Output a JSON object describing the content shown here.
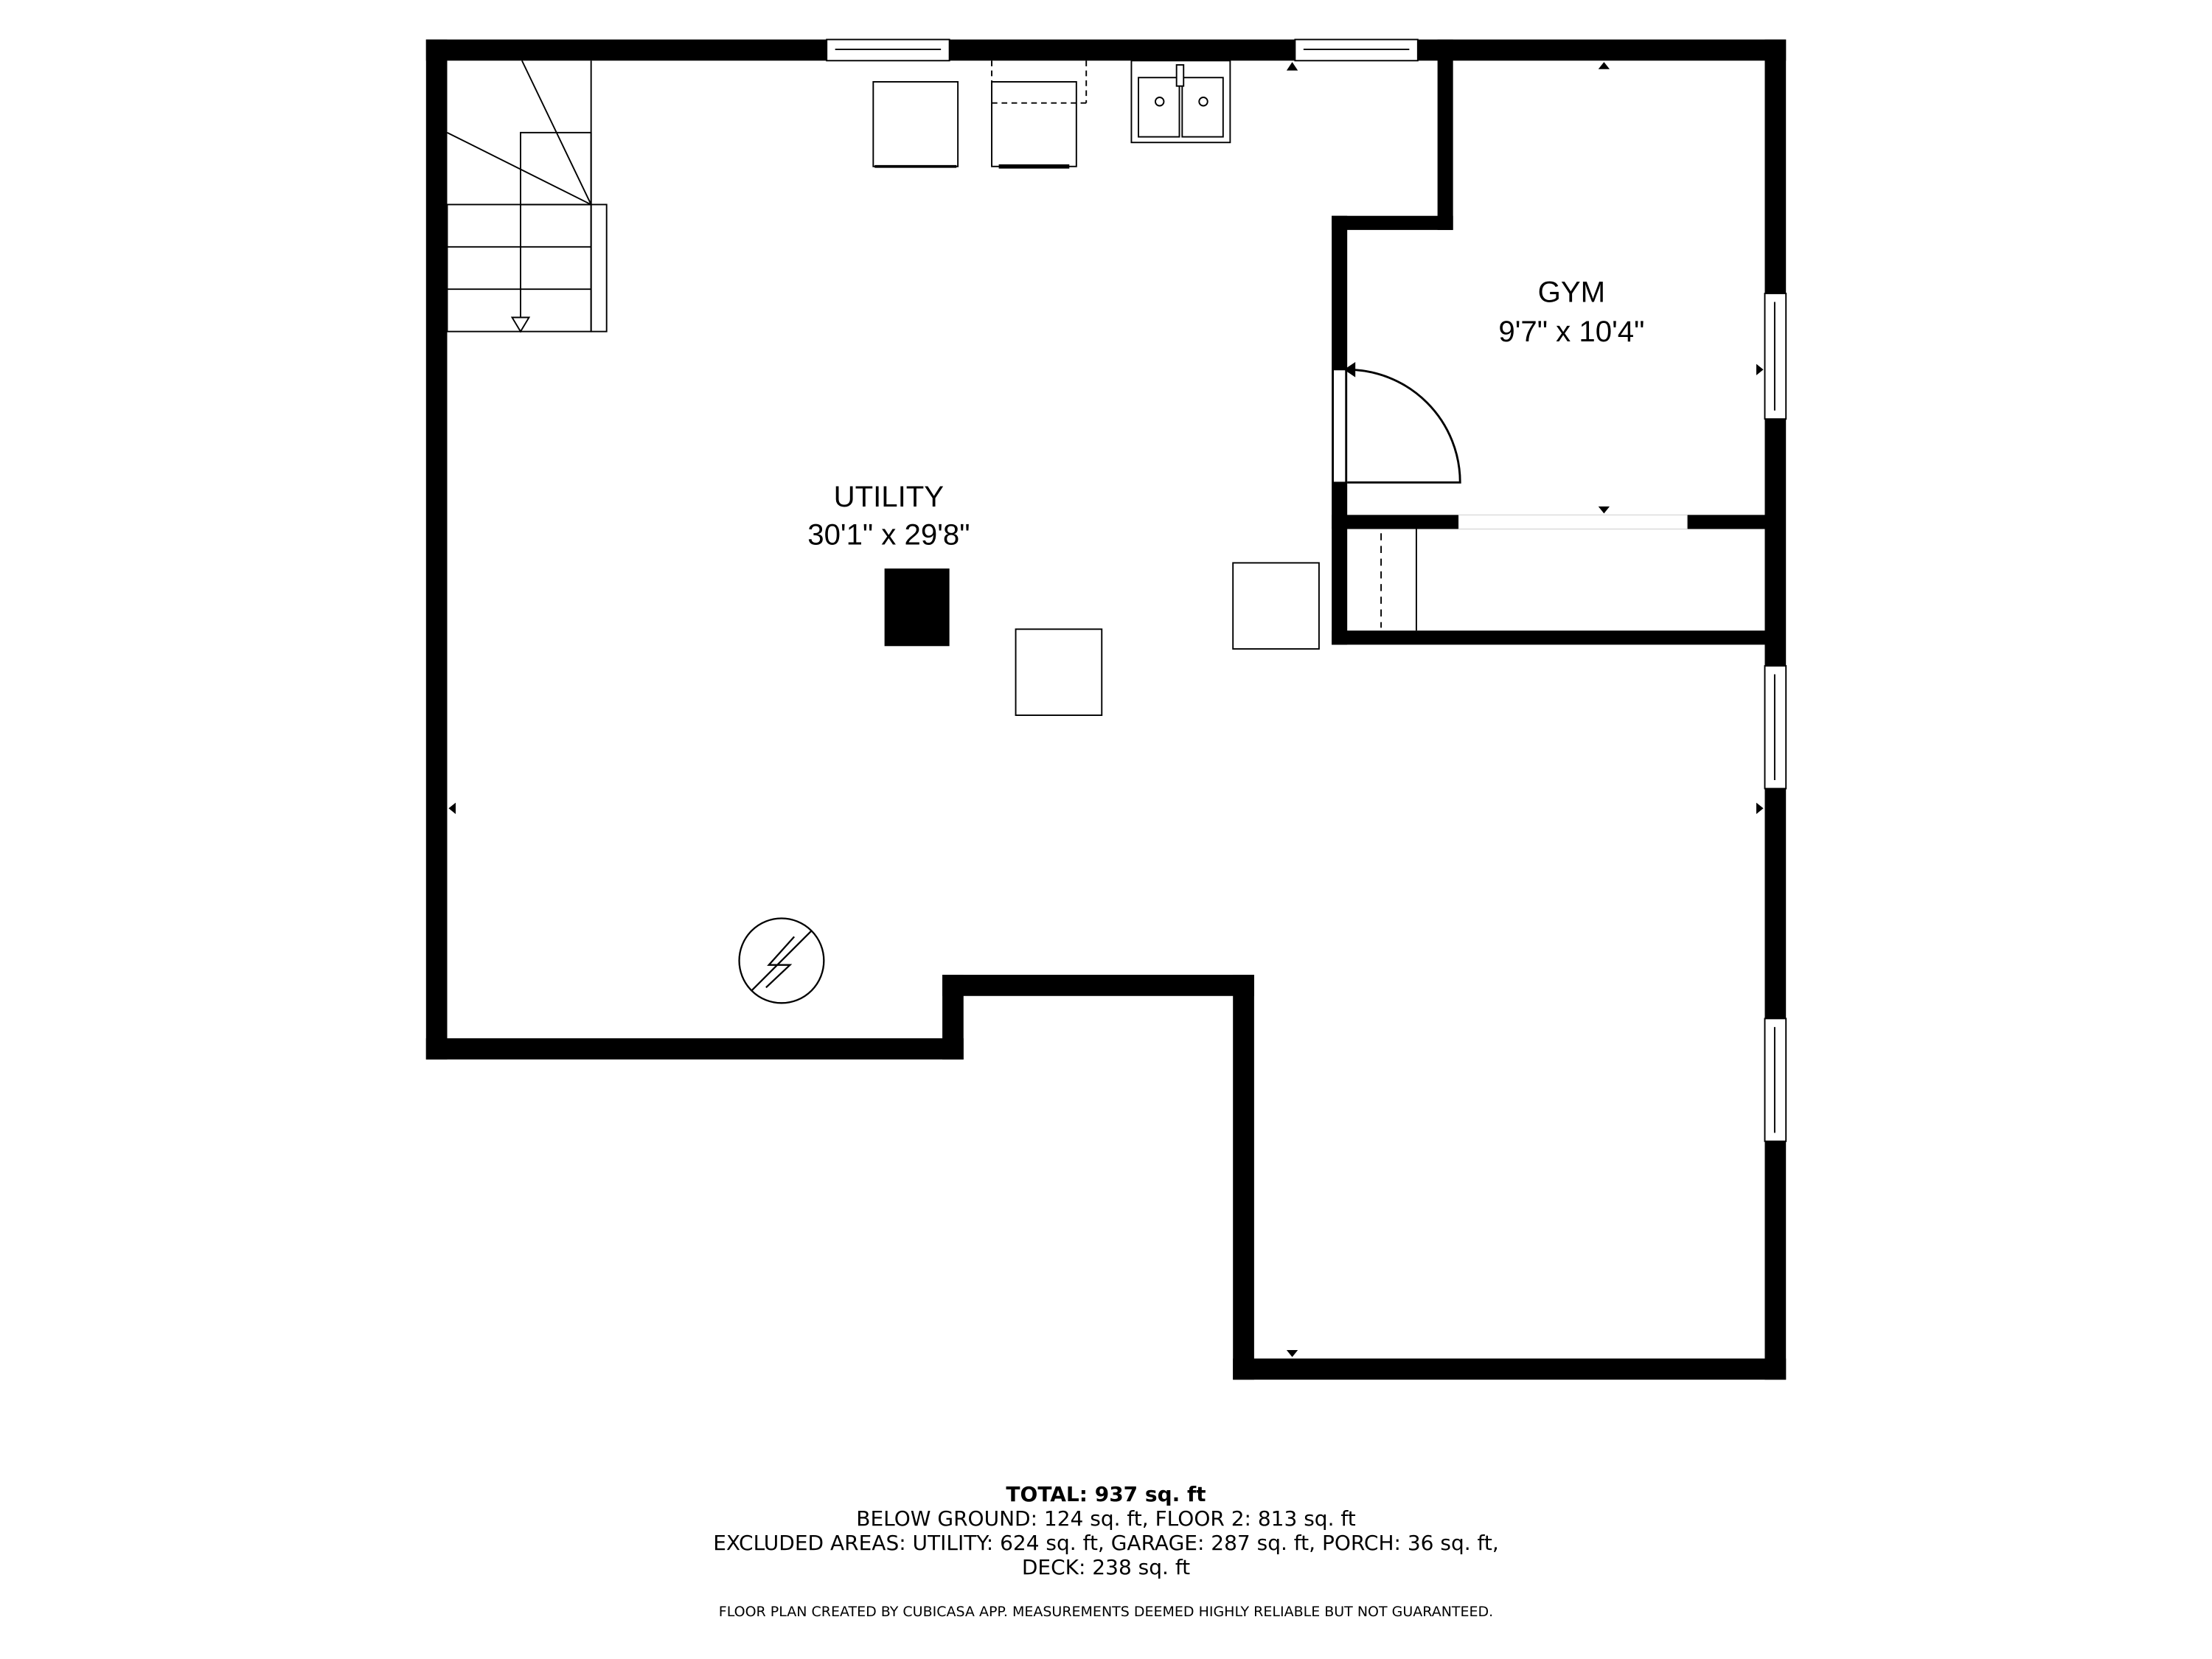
{
  "rooms": [
    {
      "name": "UTILITY",
      "dimensions": "30'1\" x 29'8\""
    },
    {
      "name": "GYM",
      "dimensions": "9'7\" x 10'4\""
    }
  ],
  "summary": {
    "total": "TOTAL: 937 sq. ft",
    "line1": "BELOW GROUND: 124 sq. ft, FLOOR 2: 813 sq. ft",
    "line2": "EXCLUDED AREAS: UTILITY: 624 sq. ft, GARAGE: 287 sq. ft, PORCH: 36 sq. ft,",
    "line3": "DECK: 238 sq. ft"
  },
  "credit": "FLOOR PLAN CREATED BY CUBICASA APP. MEASUREMENTS DEEMED HIGHLY RELIABLE BUT NOT GUARANTEED.",
  "icons": [
    "stairs-icon",
    "window-icon",
    "door-swing-icon",
    "sink-icon",
    "appliance-icon",
    "electric-panel-icon",
    "column-icon"
  ],
  "colors": {
    "wall": "#000000",
    "background": "#ffffff"
  }
}
